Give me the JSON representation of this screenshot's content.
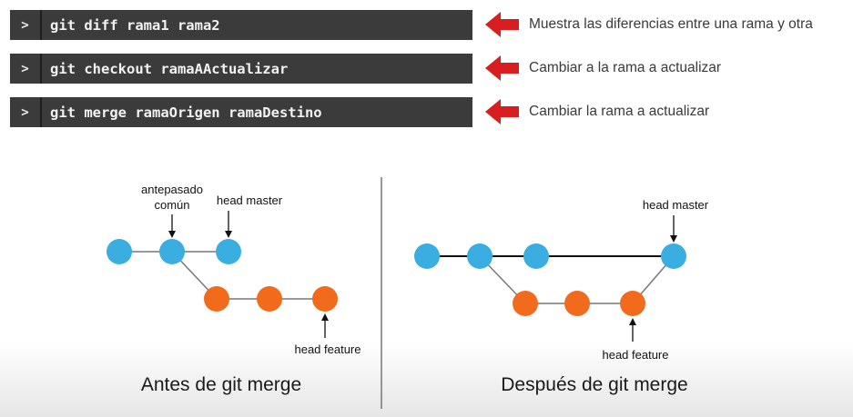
{
  "commands": [
    {
      "prompt": ">",
      "text": "git diff rama1 rama2",
      "description": "Muestra las diferencias entre una rama y otra"
    },
    {
      "prompt": ">",
      "text": "git checkout ramaAActualizar",
      "description": "Cambiar a la rama a actualizar"
    },
    {
      "prompt": ">",
      "text": "git merge ramaOrigen ramaDestino",
      "description": "Cambiar la rama a actualizar"
    }
  ],
  "colors": {
    "command_bg": "#3b3b3b",
    "arrow": "#d81e1e",
    "commit_master": "#3aaee0",
    "commit_feature": "#f26a1b",
    "edge": "#777777"
  },
  "before": {
    "common_ancestor_label_1": "antepasado",
    "common_ancestor_label_2": "común",
    "head_master_label": "head master",
    "head_feature_label": "head feature",
    "caption": "Antes de git merge"
  },
  "after": {
    "head_master_label": "head master",
    "head_feature_label": "head feature",
    "caption": "Después de git merge"
  },
  "icons": {
    "pointer": "red-left-arrow-icon"
  }
}
